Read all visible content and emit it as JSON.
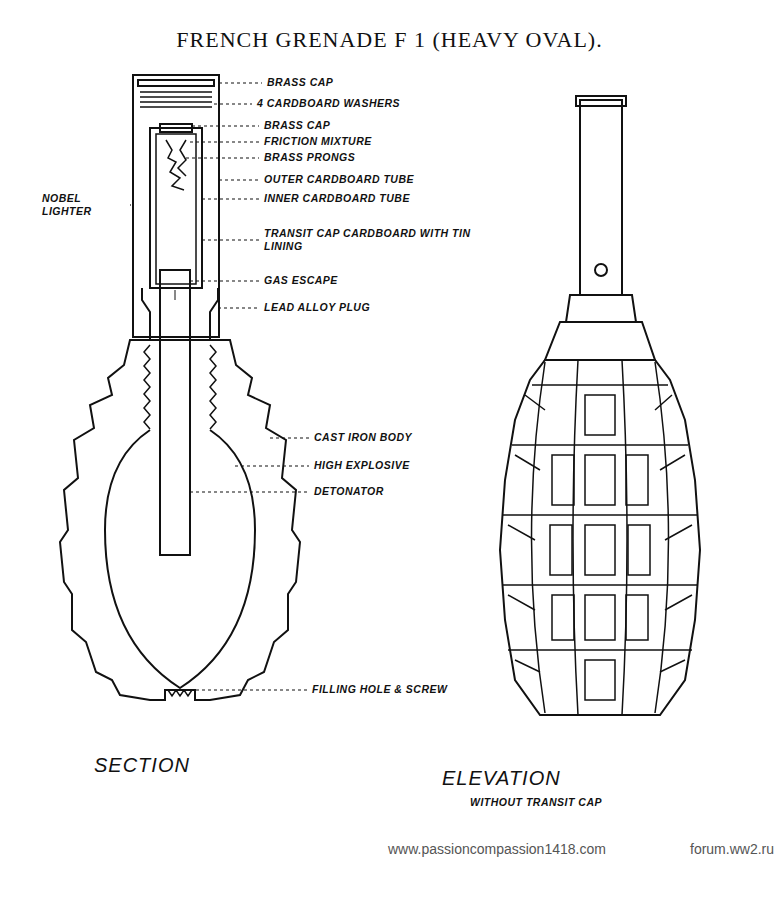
{
  "diagram": {
    "title": "FRENCH GRENADE F 1 (HEAVY OVAL).",
    "labels": [
      "BRASS CAP",
      "4 CARDBOARD WASHERS",
      "BRASS CAP",
      "FRICTION MIXTURE",
      "BRASS PRONGS",
      "OUTER CARDBOARD TUBE",
      "INNER CARDBOARD TUBE",
      "NOBEL LIGHTER",
      "TRANSIT CAP CARDBOARD WITH TIN LINING",
      "GAS ESCAPE",
      "LEAD ALLOY PLUG",
      "CAST IRON BODY",
      "HIGH EXPLOSIVE",
      "DETONATOR",
      "FILLING HOLE & SCREW",
      "SECTION",
      "ELEVATION",
      "WITHOUT TRANSIT CAP",
      "www.passioncompassion1418.com",
      "forum.ww2.ru"
    ]
  }
}
